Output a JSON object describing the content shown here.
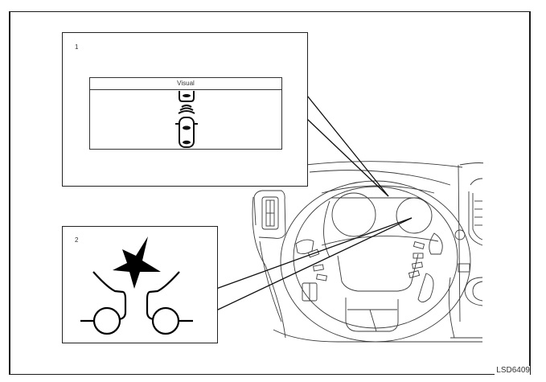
{
  "figure": {
    "code": "LSD6409",
    "description": "Steering wheel and instrument cluster line drawing with two callout panels"
  },
  "panel1": {
    "number": "1",
    "display": {
      "title": "Visual",
      "icon": "vehicle-ahead-proximity-warning-icon"
    }
  },
  "panel2": {
    "number": "2",
    "icon": "collision-warning-star-icon"
  },
  "colors": {
    "line": "#222222",
    "background": "#ffffff"
  }
}
